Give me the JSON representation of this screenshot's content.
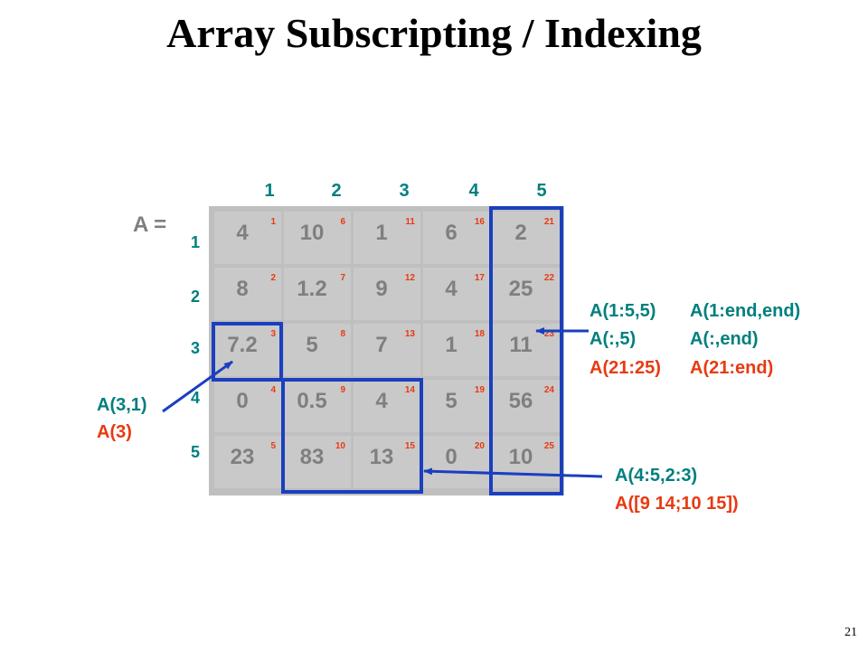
{
  "title": "Array Subscripting / Indexing",
  "array_label": "A =",
  "col_numbers": [
    "1",
    "2",
    "3",
    "4",
    "5"
  ],
  "row_numbers": [
    "1",
    "2",
    "3",
    "4",
    "5"
  ],
  "rows": [
    [
      {
        "v": "4",
        "i": "1"
      },
      {
        "v": "10",
        "i": "6"
      },
      {
        "v": "1",
        "i": "11"
      },
      {
        "v": "6",
        "i": "16"
      },
      {
        "v": "2",
        "i": "21"
      }
    ],
    [
      {
        "v": "8",
        "i": "2"
      },
      {
        "v": "1.2",
        "i": "7"
      },
      {
        "v": "9",
        "i": "12"
      },
      {
        "v": "4",
        "i": "17"
      },
      {
        "v": "25",
        "i": "22"
      }
    ],
    [
      {
        "v": "7.2",
        "i": "3"
      },
      {
        "v": "5",
        "i": "8"
      },
      {
        "v": "7",
        "i": "13"
      },
      {
        "v": "1",
        "i": "18"
      },
      {
        "v": "11",
        "i": "23"
      }
    ],
    [
      {
        "v": "0",
        "i": "4"
      },
      {
        "v": "0.5",
        "i": "9"
      },
      {
        "v": "4",
        "i": "14"
      },
      {
        "v": "5",
        "i": "19"
      },
      {
        "v": "56",
        "i": "24"
      }
    ],
    [
      {
        "v": "23",
        "i": "5"
      },
      {
        "v": "83",
        "i": "10"
      },
      {
        "v": "13",
        "i": "15"
      },
      {
        "v": "0",
        "i": "20"
      },
      {
        "v": "10",
        "i": "25"
      }
    ]
  ],
  "notes": {
    "left_teal": "A(3,1)",
    "left_red": "A(3)",
    "right_r1a": "A(1:5,5)",
    "right_r1b": "A(1:end,end)",
    "right_r2a": "A(:,5)",
    "right_r2b": "A(:,end)",
    "right_r3a": "A(21:25)",
    "right_r3b": "A(21:end)",
    "bottom_teal": "A(4:5,2:3)",
    "bottom_red": "A([9 14;10 15])"
  },
  "page_number": "21",
  "colors": {
    "highlight_box": "#1a3fbf",
    "teal": "#007f7f",
    "red": "#e83a10",
    "cell": "#c9c9c9"
  }
}
